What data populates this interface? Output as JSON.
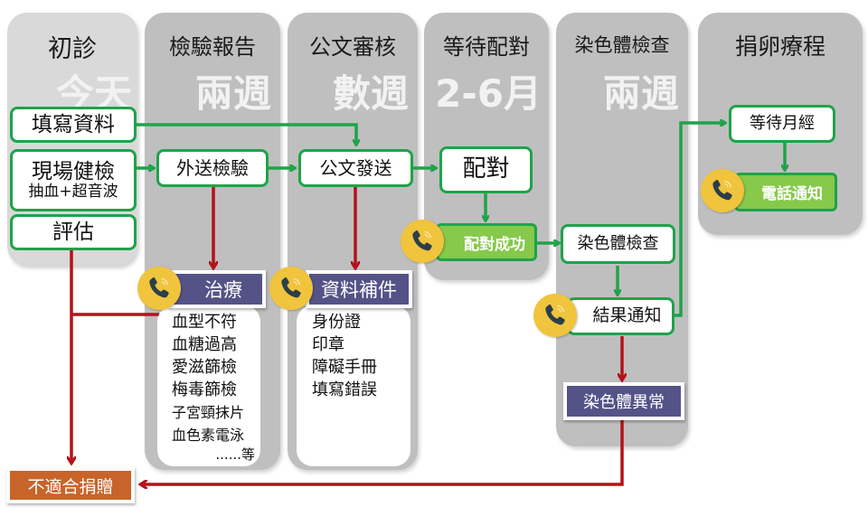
{
  "columns": [
    {
      "title": "初診",
      "duration": "今天"
    },
    {
      "title": "檢驗報告",
      "duration": "兩週"
    },
    {
      "title": "公文審核",
      "duration": "數週"
    },
    {
      "title": "等待配對",
      "duration": "2-6月"
    },
    {
      "title": "染色體檢查",
      "duration": "兩週"
    },
    {
      "title": "捐卵療程",
      "duration": ""
    }
  ],
  "steps": {
    "fill_form": "填寫資料",
    "onsite_checkup": "現場健檢",
    "onsite_checkup_sub": "抽血+超音波",
    "evaluation": "評估",
    "external_test": "外送檢驗",
    "document_send": "公文發送",
    "matching": "配對",
    "match_success": "配對成功",
    "chromosome_test": "染色體檢查",
    "result_notice": "結果通知",
    "wait_period": "等待月經",
    "phone_notice": "電話通知"
  },
  "outcomes": {
    "treatment": "治療",
    "treatment_reasons": [
      "血型不符",
      "血糖過高",
      "愛滋篩檢",
      "梅毒篩檢",
      "子宮頸抹片",
      "血色素電泳",
      "......等"
    ],
    "supplement_docs": "資料補件",
    "supplement_reasons": [
      "身份證",
      "印章",
      "障礙手冊",
      "填寫錯誤"
    ],
    "chromosome_abnormal": "染色體異常",
    "not_eligible": "不適合捐贈"
  },
  "colors": {
    "column_first": "#d9d9d9",
    "column": "#bfbfbf",
    "green_border": "#1fa34a",
    "green_fill": "#86c94b",
    "red_line": "#b3121a",
    "purple": "#545387",
    "orange": "#c8642a",
    "phone_yellow": "#f0c43d"
  }
}
